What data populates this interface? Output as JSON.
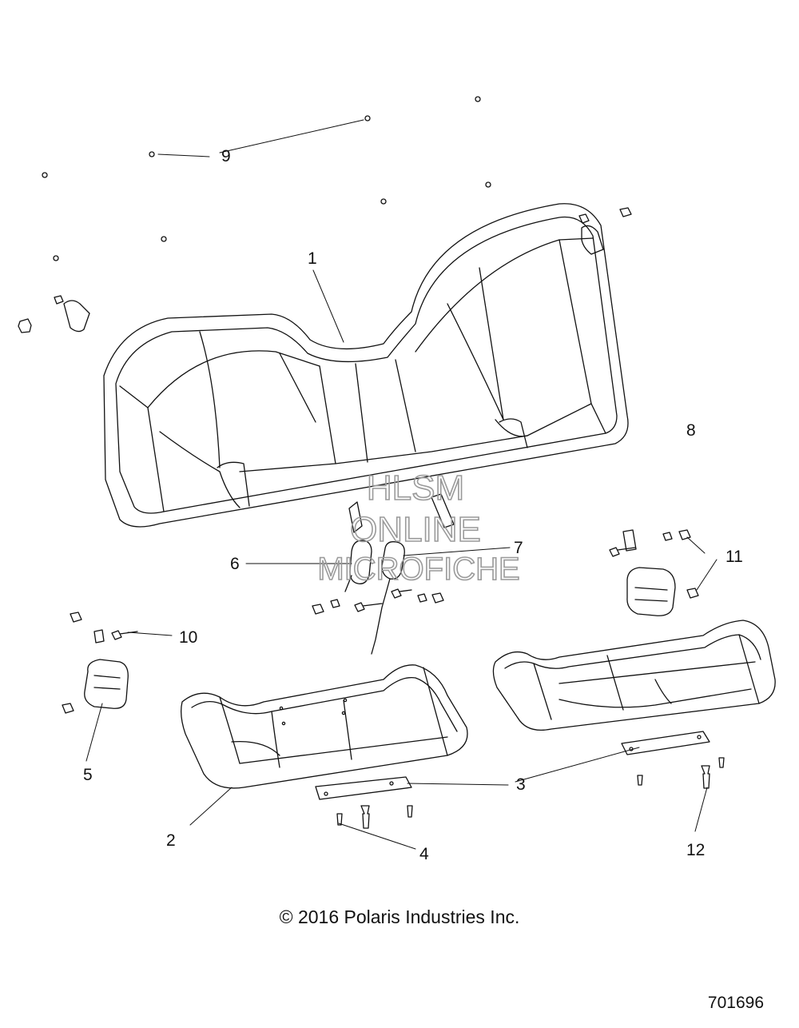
{
  "callouts": [
    "1",
    "2",
    "3",
    "4",
    "5",
    "6",
    "7",
    "8",
    "9",
    "10",
    "11",
    "12"
  ],
  "watermark": {
    "line1": "HLSM",
    "line2": "ONLINE",
    "line3": "MICROFICHE"
  },
  "copyright": "© 2016 Polaris Industries Inc.",
  "part_number": "701696",
  "parts_icons": [
    "seat-back-icon",
    "seat-bottom-icon",
    "mounting-bracket-icon",
    "screw-icon",
    "buckle-icon",
    "latch-icon",
    "nut-icon",
    "bolt-icon"
  ]
}
